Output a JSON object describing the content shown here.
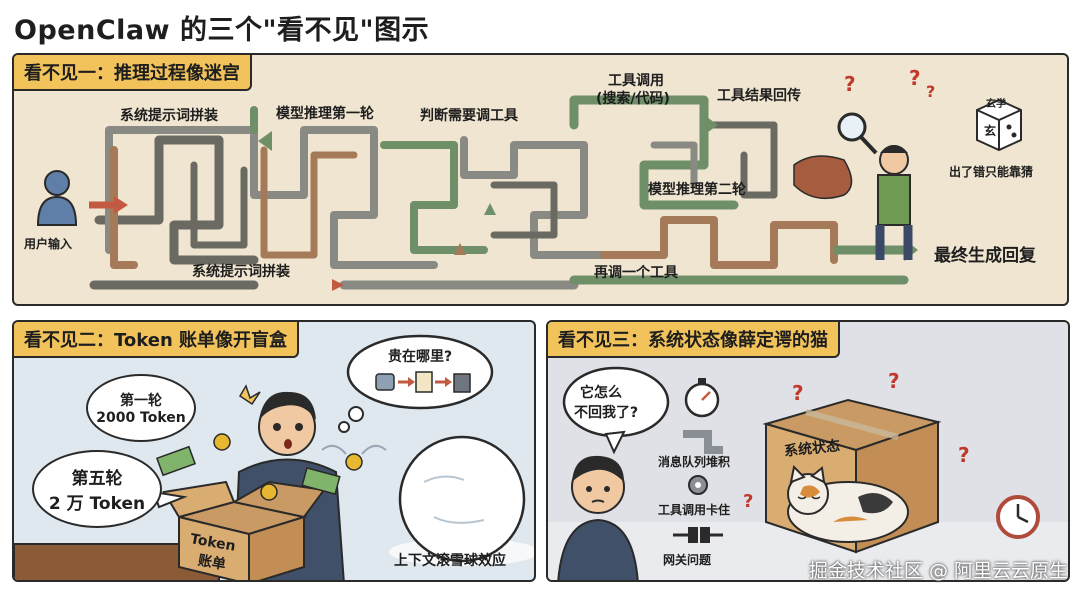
{
  "title": "OpenClaw 的三个\"看不见\"图示",
  "panel1": {
    "heading": "看不见一：推理过程像迷宫",
    "labels": {
      "user_input": "用户输入",
      "prompt_assembly_top": "系统提示词拼装",
      "model_round1": "模型推理第一轮",
      "decide_tool": "判断需要调工具",
      "tool_call": "工具调用",
      "tool_call_detail": "(搜索/代码)",
      "tool_result": "工具结果回传",
      "model_round2": "模型推理第二轮",
      "prompt_assembly_bottom": "系统提示词拼装",
      "retool": "再调一个工具",
      "final_reply": "最终生成回复",
      "guess": "出了错只能靠猜",
      "dice_top": "玄学",
      "dice_face": "玄"
    }
  },
  "panel2": {
    "heading": "看不见二：Token 账单像开盲盒",
    "bubble_round1_line1": "第一轮",
    "bubble_round1_line2": "2000 Token",
    "bubble_round5_line1": "第五轮",
    "bubble_round5_line2": "2 万 Token",
    "thought": "贵在哪里?",
    "box_line1": "Token",
    "box_line2": "账单",
    "snowball": "上下文滚雪球效应"
  },
  "panel3": {
    "heading": "看不见三：系统状态像薛定谔的猫",
    "speech_line1": "它怎么",
    "speech_line2": "不回我了?",
    "queue": "消息队列堆积",
    "tool_stuck": "工具调用卡住",
    "gateway": "网关问题",
    "box_label": "系统状态"
  },
  "watermark": "掘金技术社区 @ 阿里云云原生",
  "colors": {
    "panel_tag": "#f2c35b",
    "maze_green": "#6f8f68",
    "maze_brown": "#a57a58",
    "maze_gray": "#8a8a84",
    "arrow_red": "#c25a42"
  }
}
